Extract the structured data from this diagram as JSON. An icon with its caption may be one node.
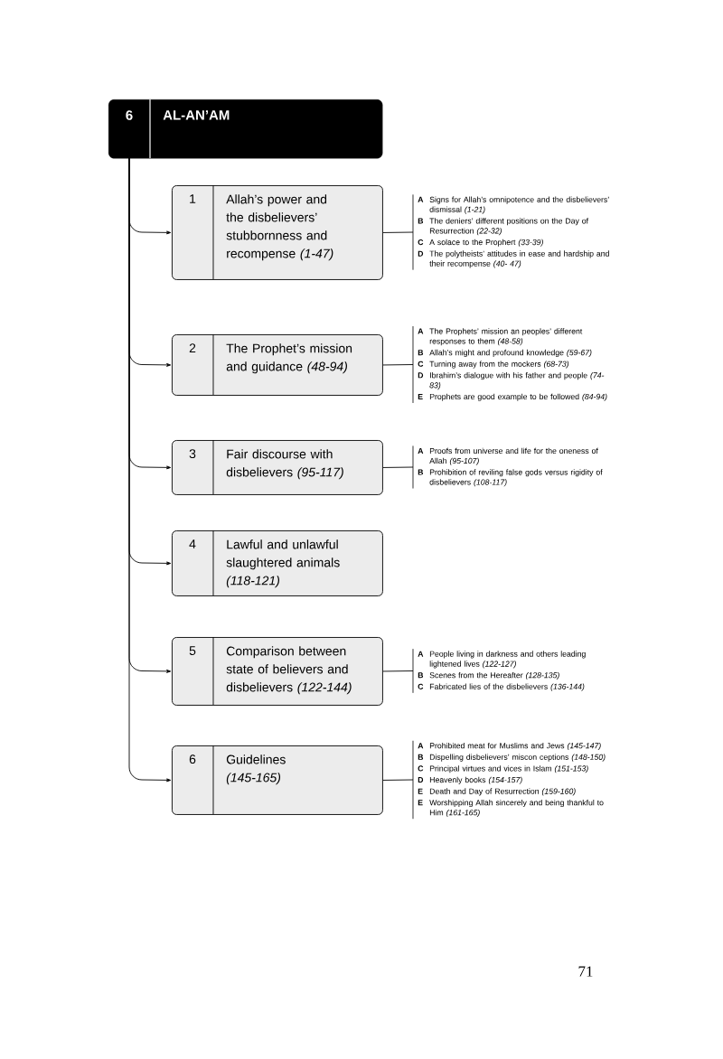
{
  "diagram": {
    "nodes": [
      {
        "text": [
          "6",
          "AL-AN’AM"
        ]
      },
      {
        "text": [
          "1",
          "Allah’s power and the disbelievers’ stubbornness and recompense *(1-47)*"
        ]
      },
      {
        "text": [
          "A",
          "Signs for Allah’s omnipotence and the disbelievers’ dismissal *(1-21)*",
          "B",
          "The deniers’ different positions on the Day of Resurrection *(22-32)*",
          "C",
          "A solace to the Prophert *(33-39)*",
          "D",
          "The polytheists’ attitudes in ease and hardship and their recompense *(40- 47)*"
        ]
      },
      {
        "text": [
          "2",
          "The Prophet’s mission and guidance *(48-94)*"
        ]
      },
      {
        "text": [
          "A",
          "The Prophets’ mission an peoples’ different responses to them *(48-58)*",
          "B",
          "Allah’s might and profound knowledge *(59-67)*",
          "C",
          "Turning away from the mockers *(68-73)*",
          "D",
          "Ibrahim’s dialogue with his father and people *(74-83)*",
          "E",
          "Prophets are good example to be followed *(84-94)*"
        ]
      },
      {
        "text": [
          "3",
          "Fair discourse with disbelievers *(95-117)*"
        ]
      },
      {
        "text": [
          "A",
          "Proofs from universe and life for the oneness of Allah *(95-107)*",
          "B",
          "Prohibition of reviling false gods versus rigidity of disbelievers *(108-117)*"
        ]
      },
      {
        "text": [
          "4",
          "Lawful and unlawful slaughtered animals *(118-121)*"
        ]
      },
      {
        "text": [
          "5",
          "Comparison between state of believers and disbelievers *(122-144)*"
        ]
      },
      {
        "text": [
          "A",
          "People living in darkness and others leading lightened lives *(122-127)*",
          "B",
          "Scenes from the Hereafter *(128-135)*",
          "C",
          "Fabricated lies of the disbelievers *(136-144)*"
        ]
      },
      {
        "text": [
          "6",
          "Guidelines *(145-165)*"
        ]
      },
      {
        "text": [
          "A",
          "Prohibited meat for Muslims and Jews *(145-147)*",
          "B",
          "Dispelling disbelievers’ miscon ceptions *(148-150)*",
          "C",
          "Principal virtues and vices in Islam *(151-153)*",
          "D",
          "Heavenly books *(154-157)*",
          "E",
          "Death and Day of Resurrection *(159-160)*",
          "E",
          "Worshipping Allah sincerely and being thankful to Him *(161-165)*"
        ]
      }
    ],
    "edges": [
      {
        "from": 0,
        "to": 1,
        "arrow": "to"
      },
      {
        "from": 1,
        "to": 2,
        "arrow": "none"
      },
      {
        "from": 0,
        "to": 3,
        "arrow": "to"
      },
      {
        "from": 3,
        "to": 4,
        "arrow": "none"
      },
      {
        "from": 0,
        "to": 5,
        "arrow": "to"
      },
      {
        "from": 5,
        "to": 6,
        "arrow": "none"
      },
      {
        "from": 0,
        "to": 7,
        "arrow": "to"
      },
      {
        "from": 0,
        "to": 8,
        "arrow": "to"
      },
      {
        "from": 8,
        "to": 9,
        "arrow": "none"
      },
      {
        "from": 0,
        "to": 10,
        "arrow": "to"
      },
      {
        "from": 10,
        "to": 11,
        "arrow": "none"
      }
    ],
    "labels": [
      "71"
    ]
  }
}
